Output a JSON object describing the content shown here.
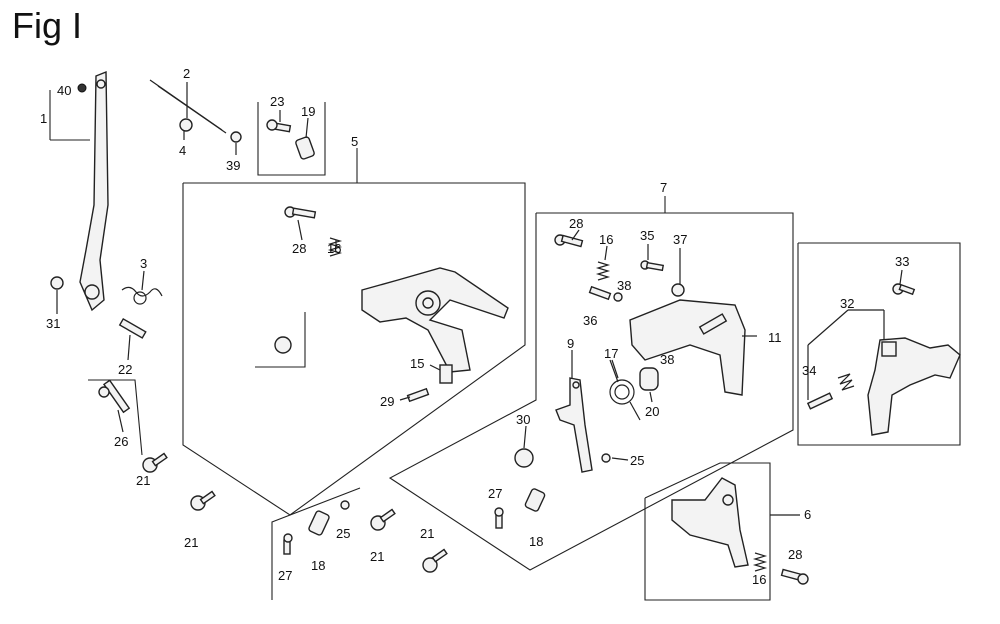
{
  "figure": {
    "title": "Fig I",
    "callouts": [
      {
        "id": "c40",
        "text": "40"
      },
      {
        "id": "c1",
        "text": "1"
      },
      {
        "id": "c2",
        "text": "2"
      },
      {
        "id": "c4",
        "text": "4"
      },
      {
        "id": "c39",
        "text": "39"
      },
      {
        "id": "c23",
        "text": "23"
      },
      {
        "id": "c19",
        "text": "19"
      },
      {
        "id": "c5",
        "text": "5"
      },
      {
        "id": "c28a",
        "text": "28"
      },
      {
        "id": "c16a",
        "text": "16"
      },
      {
        "id": "c15",
        "text": "15"
      },
      {
        "id": "c29",
        "text": "29"
      },
      {
        "id": "c3",
        "text": "3"
      },
      {
        "id": "c31",
        "text": "31"
      },
      {
        "id": "c22",
        "text": "22"
      },
      {
        "id": "c26",
        "text": "26"
      },
      {
        "id": "c21a",
        "text": "21"
      },
      {
        "id": "c21b",
        "text": "21"
      },
      {
        "id": "c27a",
        "text": "27"
      },
      {
        "id": "c18a",
        "text": "18"
      },
      {
        "id": "c25a",
        "text": "25"
      },
      {
        "id": "c21c",
        "text": "21"
      },
      {
        "id": "c21d",
        "text": "21"
      },
      {
        "id": "c7",
        "text": "7"
      },
      {
        "id": "c28b",
        "text": "28"
      },
      {
        "id": "c16b",
        "text": "16"
      },
      {
        "id": "c35",
        "text": "35"
      },
      {
        "id": "c37",
        "text": "37"
      },
      {
        "id": "c38a",
        "text": "38"
      },
      {
        "id": "c36",
        "text": "36"
      },
      {
        "id": "c38b",
        "text": "38"
      },
      {
        "id": "c11",
        "text": "11"
      },
      {
        "id": "c9",
        "text": "9"
      },
      {
        "id": "c17",
        "text": "17"
      },
      {
        "id": "c20",
        "text": "20"
      },
      {
        "id": "c30",
        "text": "30"
      },
      {
        "id": "c25b",
        "text": "25"
      },
      {
        "id": "c27b",
        "text": "27"
      },
      {
        "id": "c18b",
        "text": "18"
      },
      {
        "id": "c33",
        "text": "33"
      },
      {
        "id": "c32",
        "text": "32"
      },
      {
        "id": "c34",
        "text": "34"
      },
      {
        "id": "c6",
        "text": "6"
      },
      {
        "id": "c28c",
        "text": "28"
      },
      {
        "id": "c16c",
        "text": "16"
      }
    ]
  }
}
